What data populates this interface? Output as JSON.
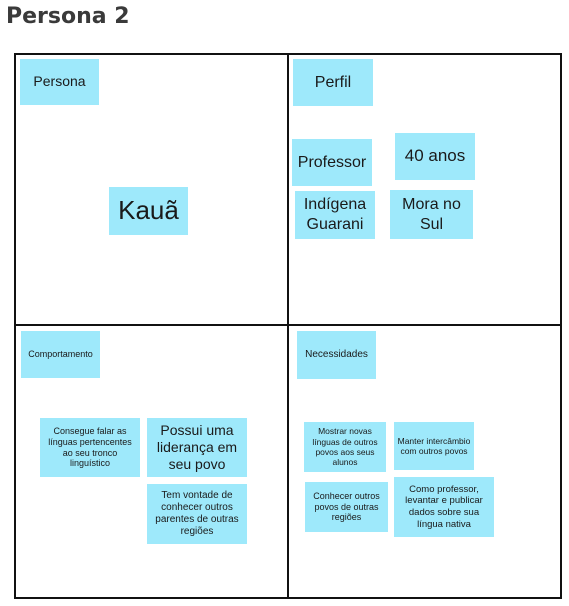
{
  "title": "Persona 2",
  "colors": {
    "sticky": "#9ee9fb",
    "border": "#111111"
  },
  "quadrants": {
    "persona": {
      "header": "Persona",
      "notes": [
        "Kauã"
      ]
    },
    "perfil": {
      "header": "Perfil",
      "notes": [
        "Professor",
        "40 anos",
        "Indígena Guarani",
        "Mora no Sul"
      ]
    },
    "comportamento": {
      "header": "Comportamento",
      "notes": [
        "Consegue falar as línguas pertencentes ao seu tronco linguístico",
        "Possui uma liderança em seu povo",
        "Tem vontade de conhecer outros parentes de outras regiões"
      ]
    },
    "necessidades": {
      "header": "Necessidades",
      "notes": [
        "Mostrar novas línguas de outros povos aos seus alunos",
        "Manter intercâmbio com outros povos",
        "Conhecer outros povos de outras regiões",
        "Como professor, levantar e publicar dados sobre sua língua nativa"
      ]
    }
  }
}
